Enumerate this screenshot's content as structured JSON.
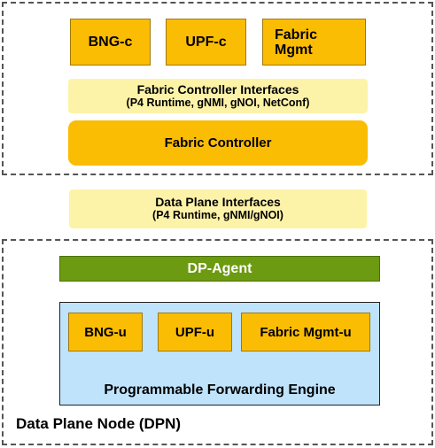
{
  "control_plane": {
    "apps": [
      {
        "label": "BNG-c"
      },
      {
        "label": "UPF-c"
      },
      {
        "line1": "Fabric",
        "line2": "Mgmt"
      }
    ],
    "interfaces": {
      "title": "Fabric Controller Interfaces",
      "subtitle": "(P4 Runtime, gNMI, gNOI, NetConf)"
    },
    "controller": "Fabric Controller"
  },
  "data_plane_interfaces": {
    "title": "Data Plane Interfaces",
    "subtitle": "(P4 Runtime, gNMI/gNOI)"
  },
  "data_plane_node": {
    "label": "Data Plane Node (DPN)",
    "agent": "DP-Agent",
    "engine": {
      "label": "Programmable Forwarding Engine",
      "blocks": [
        {
          "label": "BNG-u"
        },
        {
          "label": "UPF-u"
        },
        {
          "label": "Fabric Mgmt-u"
        }
      ]
    }
  },
  "colors": {
    "orange": "#fbbc04",
    "light_yellow": "#fdf3a8",
    "green": "#6c9a10",
    "light_blue": "#bfe3fb"
  }
}
